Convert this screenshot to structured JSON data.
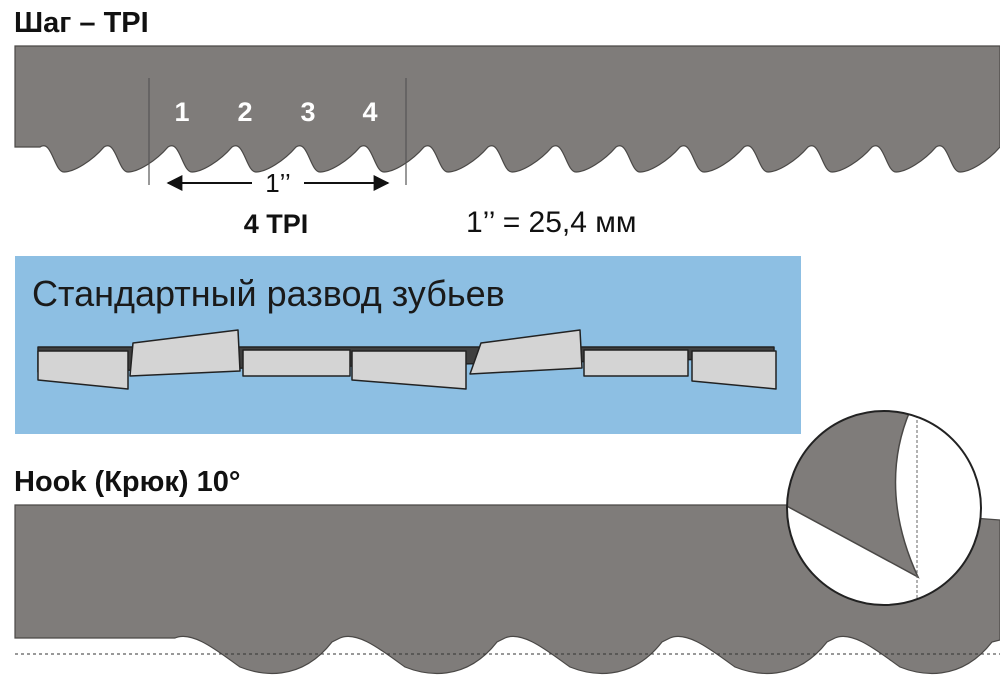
{
  "title_pitch": "Шаг – TPI",
  "tooth_numbers": [
    "1",
    "2",
    "3",
    "4"
  ],
  "dimension_label": "1’’",
  "tpi_label": "4 TPI",
  "conversion": "1’’ = 25,4 мм",
  "set_title": "Стандартный развод зубьев",
  "title_hook": "Hook (Крюк) 10°",
  "colors": {
    "blade": "#7f7c7a",
    "blade_edge": "#4a4846",
    "set_panel": "#8dbfe3",
    "tooth_light": "#d4d4d4",
    "tooth_dark": "#3f3f3f",
    "background": "#ffffff"
  }
}
